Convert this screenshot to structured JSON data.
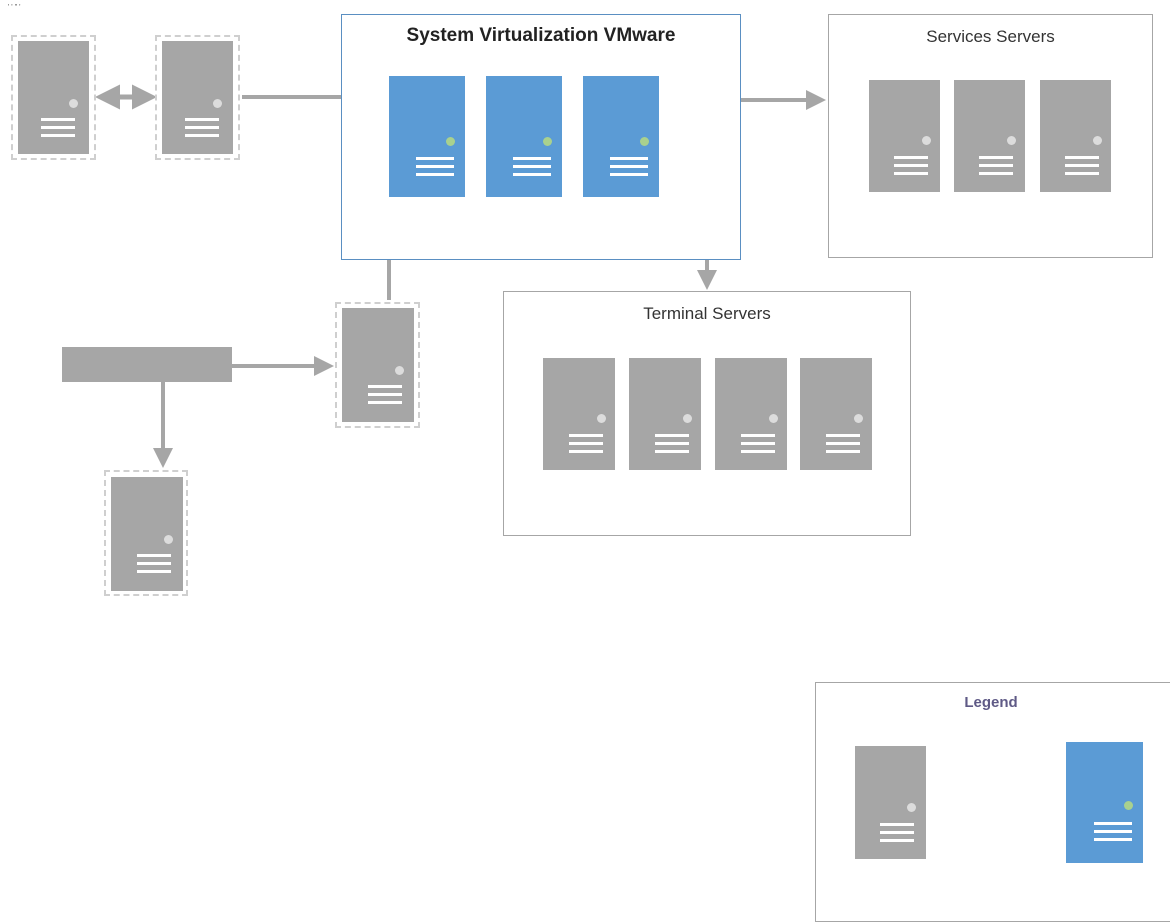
{
  "diagram": {
    "corner_label": "' ' '' '",
    "vmware_group": {
      "title": "System Virtualization VMware"
    },
    "services_group": {
      "title": "Services Servers"
    },
    "terminal_group": {
      "title": "Terminal Servers"
    },
    "legend": {
      "title": "Legend"
    }
  },
  "colors": {
    "physical_server": "#a6a6a6",
    "virtual_server": "#5b9bd5",
    "virtual_led": "#a9d18e",
    "physical_led": "#dcdcdc",
    "vm_border": "#5a8fc2",
    "group_border": "#a6a6a6",
    "connector": "#a6a6a6",
    "legend_title": "#5f5a86"
  },
  "icons": [
    "server-icon",
    "virtual-server-icon",
    "arrow-icon"
  ]
}
